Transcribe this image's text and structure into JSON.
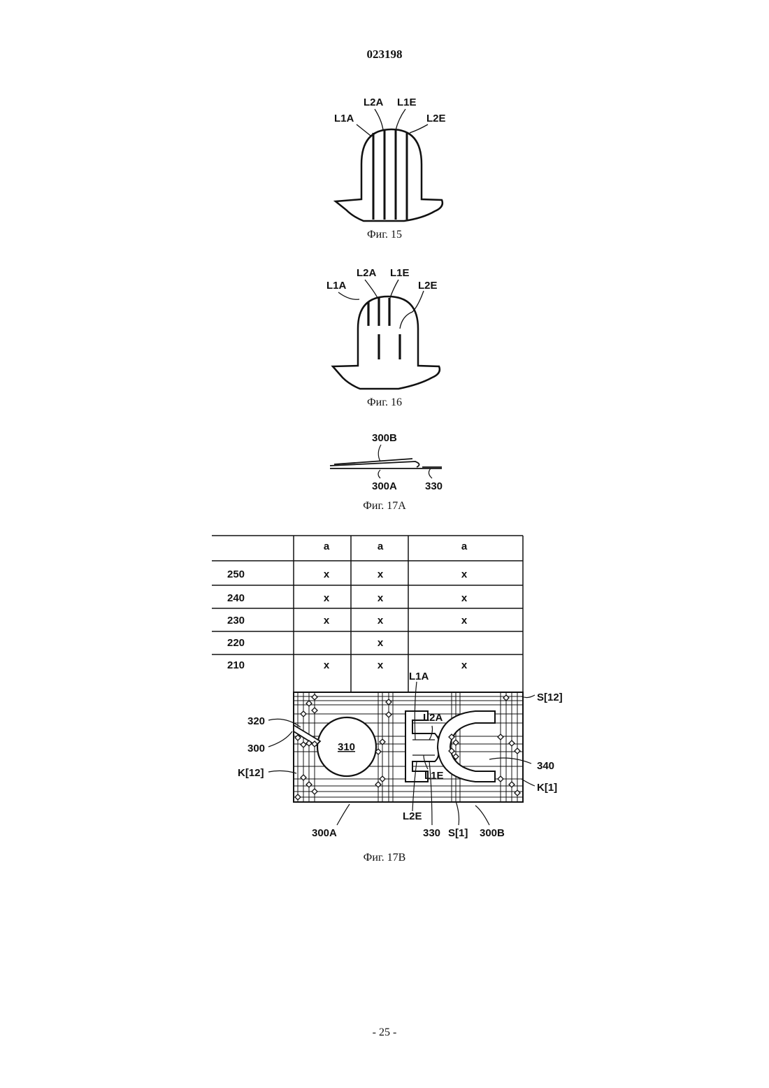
{
  "header": {
    "doc_number": "023198"
  },
  "figures": {
    "fig15": {
      "caption": "Фиг. 15",
      "labels": {
        "l1a": "L1A",
        "l2a": "L2A",
        "l1e": "L1E",
        "l2e": "L2E"
      }
    },
    "fig16": {
      "caption": "Фиг. 16",
      "labels": {
        "l1a": "L1A",
        "l2a": "L2A",
        "l1e": "L1E",
        "l2e": "L2E"
      }
    },
    "fig17a": {
      "caption": "Фиг. 17A",
      "labels": {
        "top": "300B",
        "bottom_left": "300A",
        "bottom_right": "330"
      }
    },
    "fig17b": {
      "caption": "Фиг. 17B",
      "table": {
        "header": [
          "",
          "a",
          "a",
          "a"
        ],
        "rows": [
          [
            "250",
            "x",
            "x",
            "x"
          ],
          [
            "240",
            "x",
            "x",
            "x"
          ],
          [
            "230",
            "x",
            "x",
            "x"
          ],
          [
            "220",
            "",
            "x",
            ""
          ],
          [
            "210",
            "x",
            "x",
            "x"
          ]
        ]
      },
      "labels": {
        "s12": "S[12]",
        "l1a": "L1A",
        "l2a": "L2A",
        "l1e": "L1E",
        "l2e": "L2E",
        "r320": "320",
        "r300": "300",
        "k12": "K[12]",
        "r310": "310",
        "r340": "340",
        "k1": "K[1]",
        "r300a": "300A",
        "r330": "330",
        "s1": "S[1]",
        "r300b": "300B"
      }
    }
  },
  "footer": {
    "page_number": "- 25 -"
  }
}
